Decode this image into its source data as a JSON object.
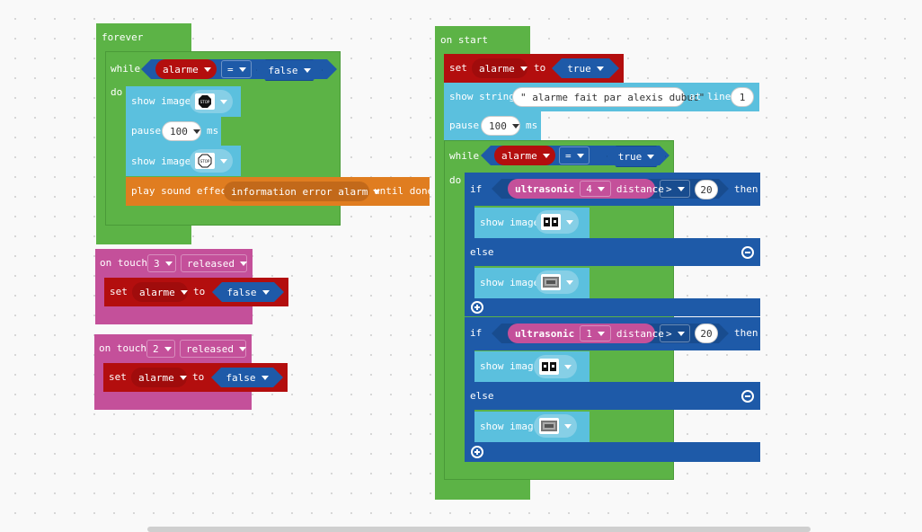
{
  "forever": {
    "header": "forever",
    "while": "while",
    "do": "do",
    "cond_var": "alarme",
    "cond_op": "=",
    "cond_val": "false",
    "show_image_1": "show image",
    "pause": "pause",
    "pause_value": "100",
    "pause_unit": "ms",
    "show_image_2": "show image",
    "play_sound": "play sound effect",
    "sound_name": "information error alarm",
    "until_done": "until done"
  },
  "touch1": {
    "on_touch": "on touch",
    "pin": "3",
    "event": "released",
    "set": "set",
    "var": "alarme",
    "to": "to",
    "value": "false"
  },
  "touch2": {
    "on_touch": "on touch",
    "pin": "2",
    "event": "released",
    "set": "set",
    "var": "alarme",
    "to": "to",
    "value": "false"
  },
  "onstart": {
    "header": "on start",
    "set": "set",
    "var": "alarme",
    "to": "to",
    "value": "true",
    "show_string": "show string",
    "string_value": "\" alarme fait par alexis dubuc\"",
    "at_line": "at line",
    "line_value": "1",
    "pause": "pause",
    "pause_value": "100",
    "pause_unit": "ms",
    "while": "while",
    "do": "do",
    "cond_var": "alarme",
    "cond_op": "=",
    "cond_val": "true",
    "if1": {
      "if": "if",
      "sensor": "ultrasonic",
      "port": "4",
      "distance": "distance",
      "op": ">",
      "threshold": "20",
      "then": "then",
      "show_image_then": "show image",
      "else": "else",
      "show_image_else": "show image"
    },
    "if2": {
      "if": "if",
      "sensor": "ultrasonic",
      "port": "1",
      "distance": "distance",
      "op": ">",
      "threshold": "20",
      "then": "then",
      "show_image_then": "show image",
      "else": "else",
      "show_image_else": "show image"
    }
  },
  "icons": {
    "stop_sign": "stop-sign-icon",
    "face": "face-icon",
    "noise": "noise-icon",
    "plus": "plus-icon",
    "minus": "minus-icon"
  },
  "colors": {
    "loops": "#5cb346",
    "display": "#5bc0de",
    "sound": "#e07d20",
    "variables": "#b30e0e",
    "events": "#c4509a",
    "logic": "#1e5aa8"
  }
}
